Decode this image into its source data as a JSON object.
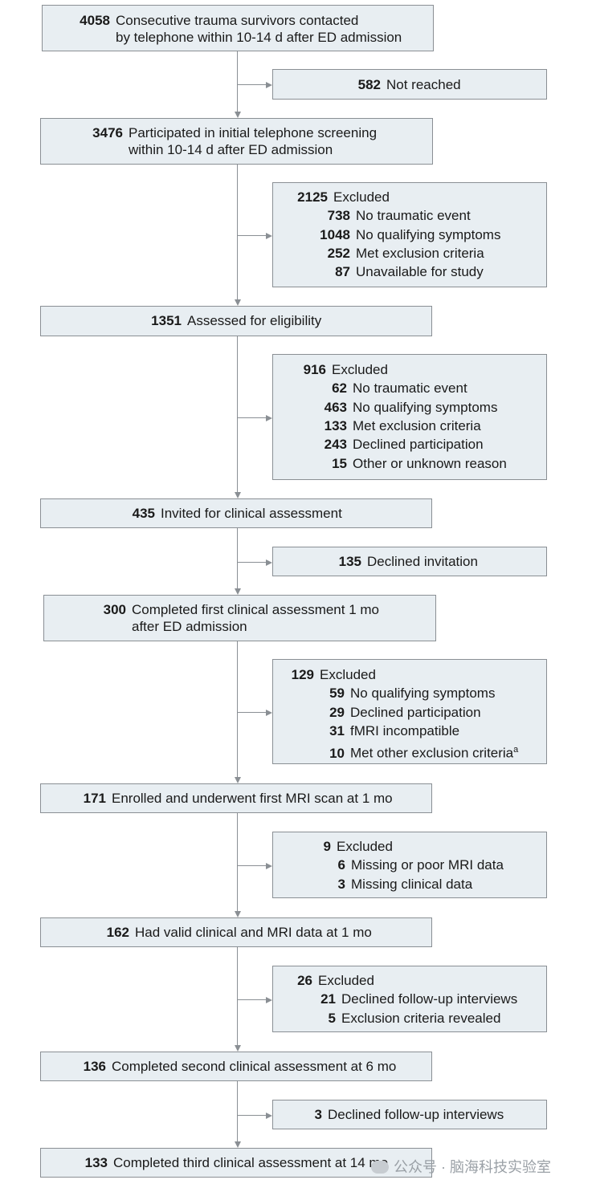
{
  "boxes": [
    {
      "id": "b1",
      "lines": [
        {
          "n": "4058",
          "t": "Consecutive trauma survivors contacted"
        },
        {
          "n": "",
          "t": "by telephone within 10-14 d after ED admission"
        }
      ]
    },
    {
      "id": "e1",
      "lines": [
        {
          "n": "582",
          "t": "Not reached"
        }
      ]
    },
    {
      "id": "b2",
      "lines": [
        {
          "n": "3476",
          "t": "Participated in initial telephone screening"
        },
        {
          "n": "",
          "t": "within 10-14 d after ED admission"
        }
      ]
    },
    {
      "id": "e2",
      "lines": [
        {
          "n": "2125",
          "t": "Excluded"
        },
        {
          "n": "738",
          "t": "No traumatic event"
        },
        {
          "n": "1048",
          "t": "No qualifying symptoms"
        },
        {
          "n": "252",
          "t": "Met exclusion criteria"
        },
        {
          "n": "87",
          "t": "Unavailable for study"
        }
      ]
    },
    {
      "id": "b3",
      "lines": [
        {
          "n": "1351",
          "t": "Assessed for eligibility"
        }
      ]
    },
    {
      "id": "e3",
      "lines": [
        {
          "n": "916",
          "t": "Excluded"
        },
        {
          "n": "62",
          "t": "No traumatic event"
        },
        {
          "n": "463",
          "t": "No qualifying symptoms"
        },
        {
          "n": "133",
          "t": "Met exclusion criteria"
        },
        {
          "n": "243",
          "t": "Declined participation"
        },
        {
          "n": "15",
          "t": "Other or unknown reason"
        }
      ]
    },
    {
      "id": "b4",
      "lines": [
        {
          "n": "435",
          "t": "Invited for clinical assessment"
        }
      ]
    },
    {
      "id": "e4",
      "lines": [
        {
          "n": "135",
          "t": "Declined invitation"
        }
      ]
    },
    {
      "id": "b5",
      "lines": [
        {
          "n": "300",
          "t": "Completed first clinical assessment 1 mo"
        },
        {
          "n": "",
          "t": "after ED admission"
        }
      ]
    },
    {
      "id": "e5",
      "lines": [
        {
          "n": "129",
          "t": "Excluded"
        },
        {
          "n": "59",
          "t": "No qualifying symptoms"
        },
        {
          "n": "29",
          "t": "Declined participation"
        },
        {
          "n": "31",
          "t": "fMRI incompatible"
        },
        {
          "n": "10",
          "t": "Met other exclusion criteria",
          "sup": "a"
        }
      ]
    },
    {
      "id": "b6",
      "lines": [
        {
          "n": "171",
          "t": "Enrolled and underwent first MRI scan at 1 mo"
        }
      ]
    },
    {
      "id": "e6",
      "lines": [
        {
          "n": "9",
          "t": "Excluded"
        },
        {
          "n": "6",
          "t": "Missing or poor MRI data"
        },
        {
          "n": "3",
          "t": "Missing clinical data"
        }
      ]
    },
    {
      "id": "b7",
      "lines": [
        {
          "n": "162",
          "t": "Had valid clinical and MRI data at 1 mo"
        }
      ]
    },
    {
      "id": "e7",
      "lines": [
        {
          "n": "26",
          "t": "Excluded"
        },
        {
          "n": "21",
          "t": "Declined follow-up interviews"
        },
        {
          "n": "5",
          "t": "Exclusion criteria revealed"
        }
      ]
    },
    {
      "id": "b8",
      "lines": [
        {
          "n": "136",
          "t": "Completed second clinical assessment at 6 mo"
        }
      ]
    },
    {
      "id": "e8",
      "lines": [
        {
          "n": "3",
          "t": "Declined follow-up interviews"
        }
      ]
    },
    {
      "id": "b9",
      "lines": [
        {
          "n": "133",
          "t": "Completed third clinical assessment at 14 mo"
        }
      ]
    }
  ],
  "watermark": "公众号 · 脑海科技实验室",
  "colors": {
    "box_fill": "#e8eef2",
    "border": "#8a8f94",
    "text": "#1a1a1a"
  }
}
